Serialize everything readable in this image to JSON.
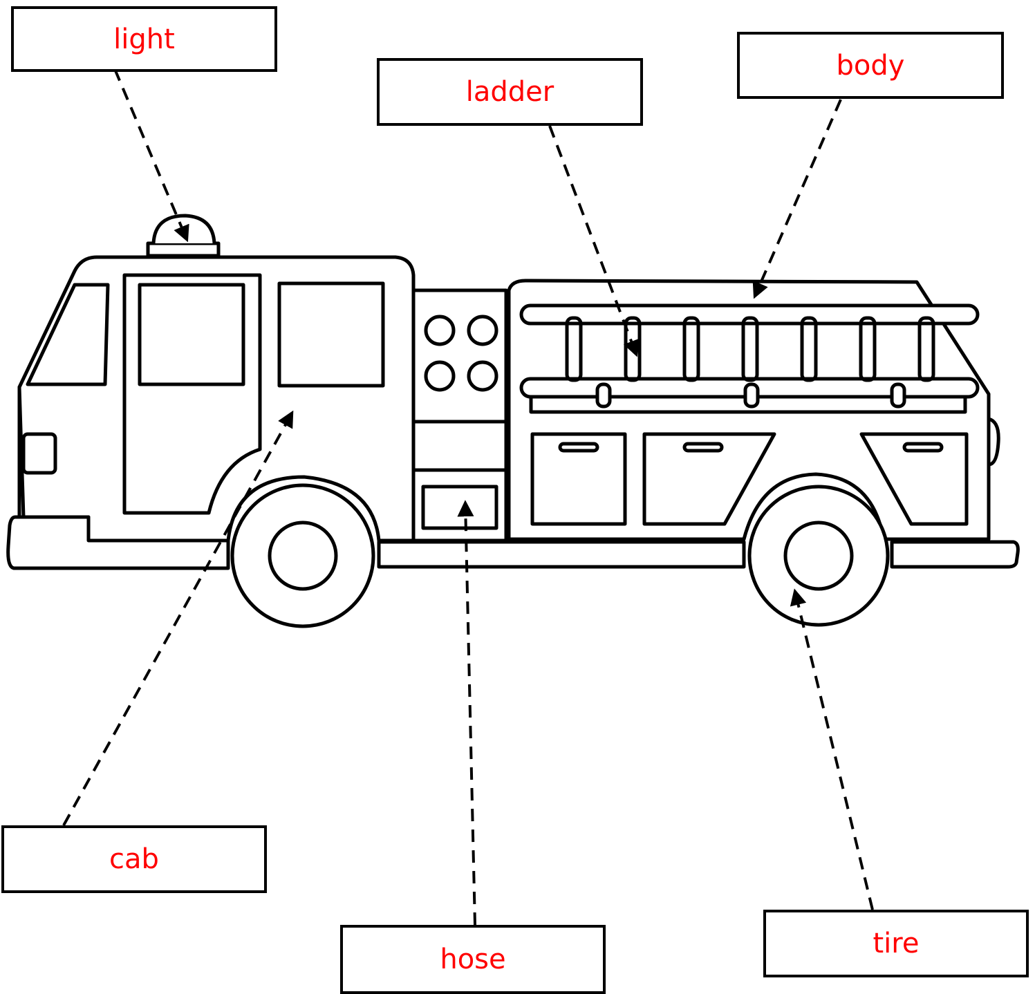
{
  "labels": {
    "light": "light",
    "ladder": "ladder",
    "body": "body",
    "cab": "cab",
    "hose": "hose",
    "tire": "tire"
  },
  "colors": {
    "label_text": "#ff0000",
    "outline": "#000000",
    "background": "#ffffff"
  },
  "figure": {
    "subject": "fire-truck"
  }
}
